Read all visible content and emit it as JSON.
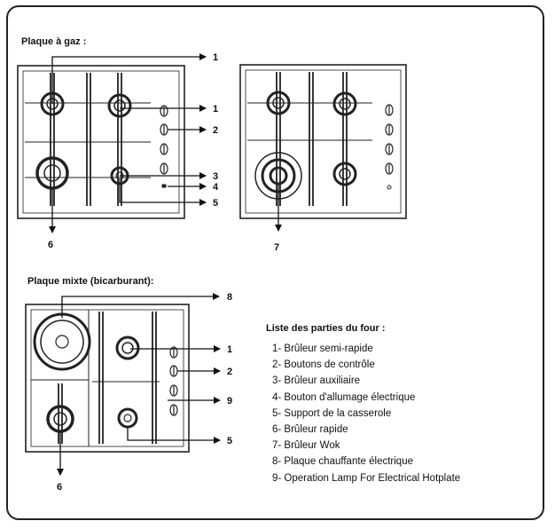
{
  "sections": {
    "gas_title": "Plaque à gaz :",
    "mixed_title": "Plaque mixte (bicarburant):"
  },
  "callouts": {
    "gas_left": [
      "1",
      "1",
      "2",
      "3",
      "4",
      "5",
      "6"
    ],
    "gas_right": [
      "7"
    ],
    "mixed": [
      "8",
      "1",
      "2",
      "9",
      "5",
      "6"
    ]
  },
  "legend": {
    "title": "Liste des parties du four :",
    "items": [
      "1- Brûleur semi-rapide",
      "2- Boutons de contrôle",
      "3- Brûleur auxiliaire",
      "4- Bouton d'allumage électrique",
      "5- Support de la casserole",
      "6- Brûleur rapide",
      "7- Brûleur Wok",
      "8- Plaque chauffante électrique",
      "9- Operation Lamp For Electrical Hotplate"
    ]
  }
}
